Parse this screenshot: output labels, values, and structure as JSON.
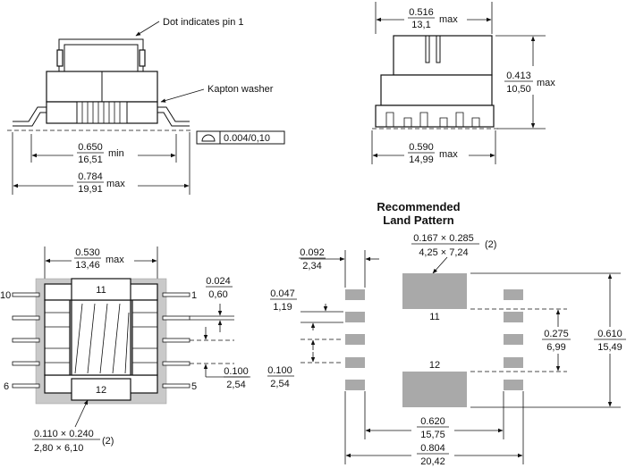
{
  "side_view": {
    "dot_label": "Dot indicates pin 1",
    "kapton_label": "Kapton washer",
    "min_width_in": "0.650",
    "min_width_mm": "16,51",
    "min_word": "min",
    "max_width_in": "0.784",
    "max_width_mm": "19,91",
    "max_word": "max",
    "coplanarity": "0.004/0,10"
  },
  "end_view": {
    "top_width_in": "0.516",
    "top_width_mm": "13,1",
    "top_word": "max",
    "height_in": "0.413",
    "height_mm": "10,50",
    "height_word": "max",
    "base_width_in": "0.590",
    "base_width_mm": "14,99",
    "base_word": "max"
  },
  "top_view": {
    "width_in": "0.530",
    "width_mm": "13,46",
    "width_word": "max",
    "lead_width_in": "0.024",
    "lead_width_mm": "0,60",
    "pitch_in": "0.100",
    "pitch_mm": "2,54",
    "pad_label_top": "11",
    "pad_label_bottom": "12",
    "pin1": "1",
    "pin5": "5",
    "pin6": "6",
    "pin10": "10",
    "pad_size_in": "0.110 × 0.240",
    "pad_size_mm": "2,80 × 6,10",
    "note": "(2)"
  },
  "land_pattern": {
    "title_line1": "Recommended",
    "title_line2": "Land Pattern",
    "big_pad_in": "0.167 × 0.285",
    "big_pad_mm": "4,25 × 7,24",
    "note": "(2)",
    "pad_w_in": "0.092",
    "pad_w_mm": "2,34",
    "pad_h_in": "0.047",
    "pad_h_mm": "1,19",
    "pitch_in": "0.100",
    "pitch_mm": "2,54",
    "pad11": "11",
    "pad12": "12",
    "gap_in": "0.275",
    "gap_mm": "6,99",
    "height_in": "0.610",
    "height_mm": "15,49",
    "inner_in": "0.620",
    "inner_mm": "15,75",
    "outer_in": "0.804",
    "outer_mm": "20,42"
  }
}
